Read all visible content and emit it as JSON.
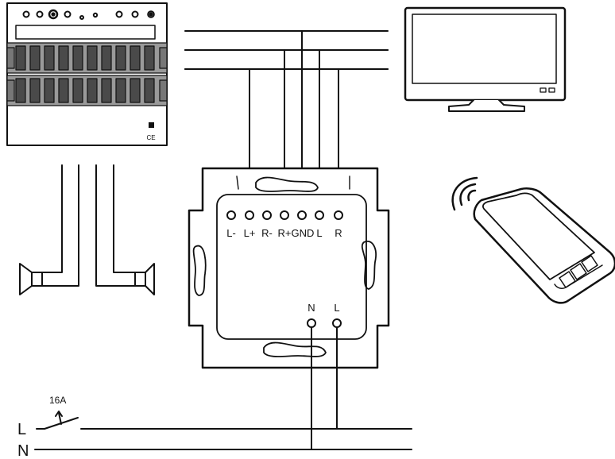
{
  "terminals": {
    "top": [
      "L-",
      "L+",
      "R-",
      "R+",
      "GND",
      "L",
      "R"
    ],
    "bottom": [
      "N",
      "L"
    ]
  },
  "mains": {
    "live_label": "L",
    "neutral_label": "N",
    "switch_rating": "16A"
  },
  "amplifier": {
    "ce_mark": "CE"
  }
}
